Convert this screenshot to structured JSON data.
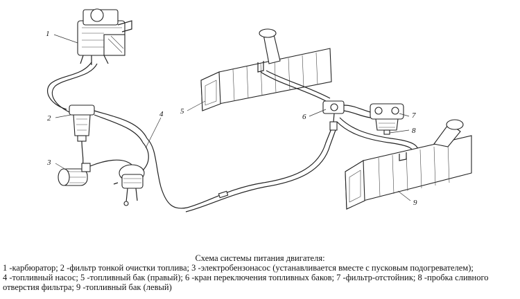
{
  "callouts": [
    "1",
    "2",
    "3",
    "4",
    "5",
    "6",
    "7",
    "8",
    "9"
  ],
  "caption": {
    "title": "Схема системы  питания двигателя:",
    "lines": [
      "1 -карбюратор; 2 -фильтр тонкой очистки топлива; 3 -электробензонасос (устанавливается вместе с пусковым подогревателем);",
      "4 -топливный насос; 5 -топливный бак (правый); 6 -кран переключения топливных баков; 7 -фильтр-отстойник; 8 -пробка сливного",
      "отверстия фильтра; 9 -топливный бак (левый)"
    ]
  }
}
